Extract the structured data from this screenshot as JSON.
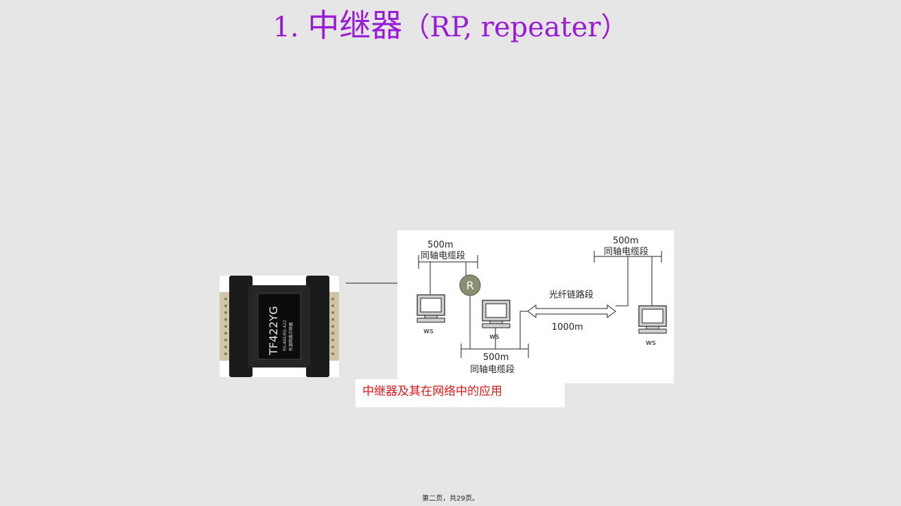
{
  "title": {
    "number": "1.",
    "chinese": "中继器",
    "paren_open": "（",
    "english": "RP, repeater",
    "paren_close": "）"
  },
  "device": {
    "model": "TF422YG",
    "sub_label": "RS-485/RS-422",
    "sub_label_cn": "有源隔离中继器"
  },
  "diagram": {
    "seg_top_left_len": "500m",
    "seg_top_left_label": "同轴电缆段",
    "seg_top_right_len": "500m",
    "seg_top_right_label": "同轴电缆段",
    "seg_bottom_len": "500m",
    "seg_bottom_label": "同轴电缆段",
    "repeater_symbol": "R",
    "fiber_label": "光纤链路段",
    "fiber_len": "1000m",
    "ws_label_1": "ws",
    "ws_label_2": "ws",
    "ws_label_3": "ws"
  },
  "caption": "中继器及其在网络中的应用",
  "footer": "第二页，共29页。"
}
